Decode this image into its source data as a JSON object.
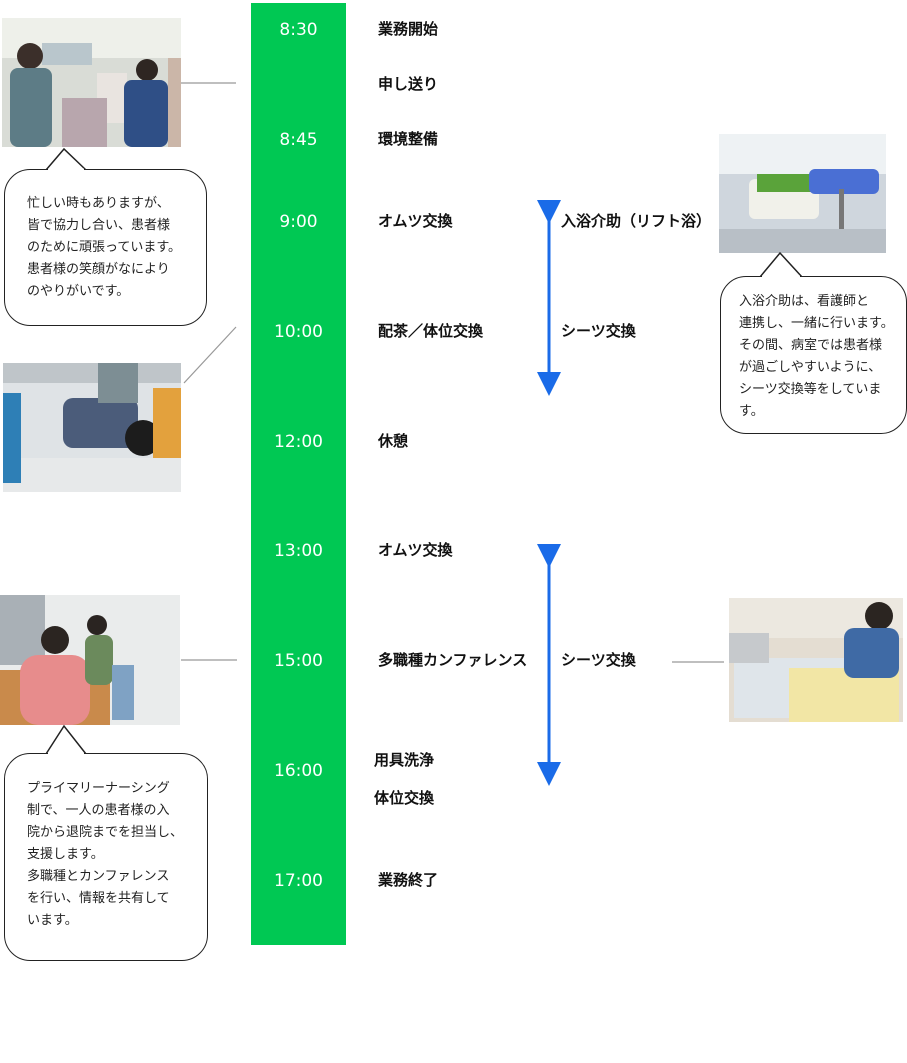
{
  "schedule": {
    "times": [
      "8:30",
      "8:45",
      "9:00",
      "10:00",
      "12:00",
      "13:00",
      "15:00",
      "16:00",
      "17:00"
    ],
    "tasks": {
      "start": "業務開始",
      "handover": "申し送り",
      "environment": "環境整備",
      "diaper_am": "オムツ交換",
      "tea": "配茶／体位交換",
      "break": "休憩",
      "diaper_pm": "オムツ交換",
      "conference": "多職種カンファレンス",
      "cleaning": "用具洗浄",
      "position": "体位交換",
      "end": "業務終了"
    },
    "side_tasks": {
      "bath": "入浴介助（リフト浴）",
      "sheets_am": "シーツ交換",
      "sheets_pm": "シーツ交換"
    }
  },
  "bubbles": {
    "top_left": "忙しい時もありますが、\n皆で協力し合い、患者様\nのために頑張っています。\n患者様の笑顔がなにより\nのやりがいです。",
    "top_right": "入浴介助は、看護師と\n連携し、一緒に行います。\nその間、病室では患者様\nが過ごしやすいように、\nシーツ交換等をしていま\nす。",
    "bottom_left": "プライマリーナーシング\n制で、一人の患者様の入\n院から退院までを担当し、\n支援します。\n多職種とカンファレンス\nを行い、情報を共有して\nいます。"
  },
  "colors": {
    "timebar": "#00c853",
    "arrow": "#1a6be8"
  },
  "photos": [
    "nurses-station-photo",
    "position-change-photo",
    "conference-photo",
    "bath-lift-photo",
    "sheet-change-photo"
  ]
}
